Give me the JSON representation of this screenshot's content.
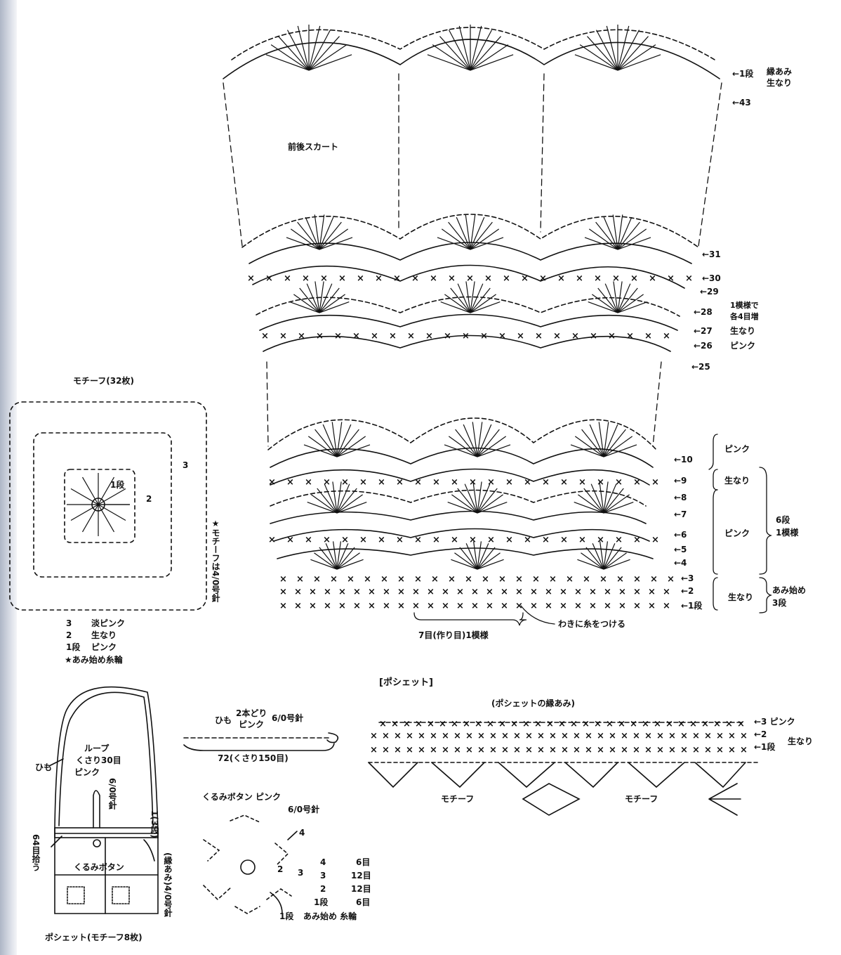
{
  "skirt": {
    "title": "前後スカート",
    "edge_row": "←1段",
    "edge_note1": "縁あみ",
    "edge_note2": "生なり",
    "top_row": "←43",
    "rows_upper": [
      "←31",
      "←30",
      "←29",
      "←28",
      "←27",
      "生なり",
      "←26",
      "ピンク",
      "←25"
    ],
    "row28_note1": "1模様で",
    "row28_note2": "各4目増",
    "rows_lower": [
      "←10",
      "←9",
      "←8",
      "←7",
      "←6",
      "←5",
      "←4",
      "←3",
      "←2",
      "←1段"
    ],
    "pink_a": "ピンク",
    "natural_a": "生なり",
    "pink_b": "ピンク",
    "repeat_a": "6段",
    "repeat_b": "1模様",
    "natural_b": "生なり",
    "start_a": "あみ始め",
    "start_b": "3段",
    "pattern_note": "7目(作り目)1模様",
    "attach_note": "わきに糸をつける"
  },
  "motif": {
    "title": "モチーフ(32枚)",
    "row1": "1段",
    "row2": "2",
    "row3": "3",
    "hook_note": "★モチーフは4/0号針",
    "legend": [
      {
        "row": "3",
        "color": "淡ピンク"
      },
      {
        "row": "2",
        "color": "生なり"
      },
      {
        "row": "1段",
        "color": "ピンク"
      }
    ],
    "start": "★あみ始め糸輪"
  },
  "pochette": {
    "section_title": "[ポシェット]",
    "strap": "ひも",
    "loop1": "ループ",
    "loop2": "くさり30目",
    "loop3": "ピンク",
    "hook1": "6/0号針",
    "pick": "64目拾う",
    "rows": "1(3段)",
    "button": "くるみボタン",
    "edge": "(縁あみ)4/0号針",
    "caption": "ポシェット(モチーフ8枚)"
  },
  "cord": {
    "label1": "ひも",
    "label2": "2本どり",
    "label3": "ピンク",
    "hook": "6/0号針",
    "length": "72(くさり150目)"
  },
  "button": {
    "title": "くるみボタン ピンク",
    "hook": "6/0号針",
    "rows": [
      {
        "row": "4",
        "count": "6目"
      },
      {
        "row": "3",
        "count": "12目"
      },
      {
        "row": "2",
        "count": "12目"
      },
      {
        "row": "1段",
        "count": "6目"
      }
    ],
    "start": "あみ始め 糸輪",
    "lbl4": "4",
    "lbl3": "3",
    "lbl2": "2"
  },
  "edging": {
    "title": "(ポシェットの縁あみ)",
    "row3": "←3 ピンク",
    "row2": "←2",
    "row1": "←1段",
    "natural": "生なり",
    "motif_a": "モチーフ",
    "motif_b": "モチーフ"
  }
}
